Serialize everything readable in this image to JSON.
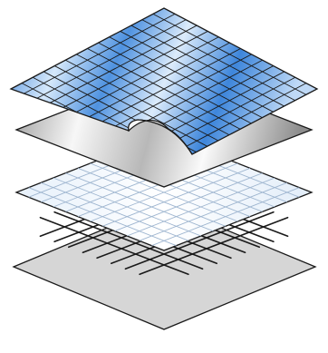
{
  "illustration": {
    "layer_order_top_to_bottom": [
      "blue-tile-sheet",
      "silver-film",
      "white-tile-sheet",
      "wire-mesh",
      "gray-base-plate"
    ],
    "top_layer_corner": "peeled-back",
    "colors": {
      "tile_blue_dark": "#2f7ad6",
      "tile_blue_light": "#d5e8fb",
      "silver_dark": "#8e8e8e",
      "silver_light": "#f7f7f7",
      "white_tile": "#f2f7fd",
      "mesh_wire": "#1a1a1a",
      "base_plate": "#d6d6d6",
      "outline": "#1a1a1a"
    }
  }
}
